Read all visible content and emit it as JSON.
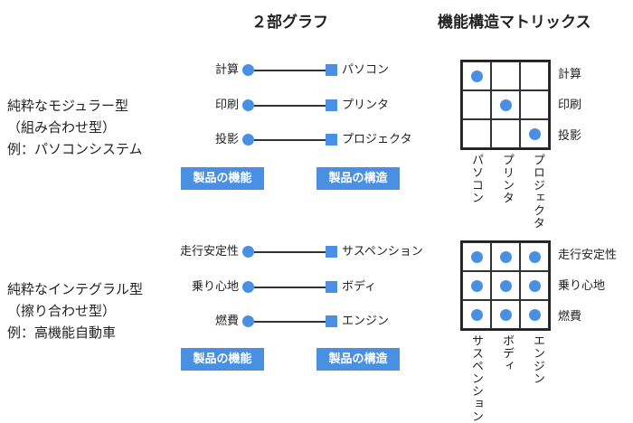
{
  "headings": {
    "graph": "２部グラフ",
    "matrix": "機能構造マトリックス"
  },
  "modular": {
    "desc_line1": "純粋なモジュラー型",
    "desc_line2": "（組み合わせ型）",
    "desc_line3": "例：パソコンシステム",
    "functions": [
      "計算",
      "印刷",
      "投影"
    ],
    "structures": [
      "パソコン",
      "プリンタ",
      "プロジェクタ"
    ],
    "function_button": "製品の機能",
    "structure_button": "製品の構造",
    "matrix_rows": [
      "計算",
      "印刷",
      "投影"
    ],
    "matrix_cols": [
      "パソコン",
      "プリンタ",
      "プロジェクタ"
    ],
    "matrix": [
      [
        1,
        0,
        0
      ],
      [
        0,
        1,
        0
      ],
      [
        0,
        0,
        1
      ]
    ]
  },
  "integral": {
    "desc_line1": "純粋なインテグラル型",
    "desc_line2": "（擦り合わせ型）",
    "desc_line3": "例：高機能自動車",
    "functions": [
      "走行安定性",
      "乗り心地",
      "燃費"
    ],
    "structures": [
      "サスペンション",
      "ボディ",
      "エンジン"
    ],
    "function_button": "製品の機能",
    "structure_button": "製品の構造",
    "matrix_rows": [
      "走行安定性",
      "乗り心地",
      "燃費"
    ],
    "matrix_cols": [
      "サスペンション",
      "ボディ",
      "エンジン"
    ],
    "matrix": [
      [
        1,
        1,
        1
      ],
      [
        1,
        1,
        1
      ],
      [
        1,
        1,
        1
      ]
    ]
  },
  "colors": {
    "accent": "#4a90e2",
    "line": "#333333"
  }
}
